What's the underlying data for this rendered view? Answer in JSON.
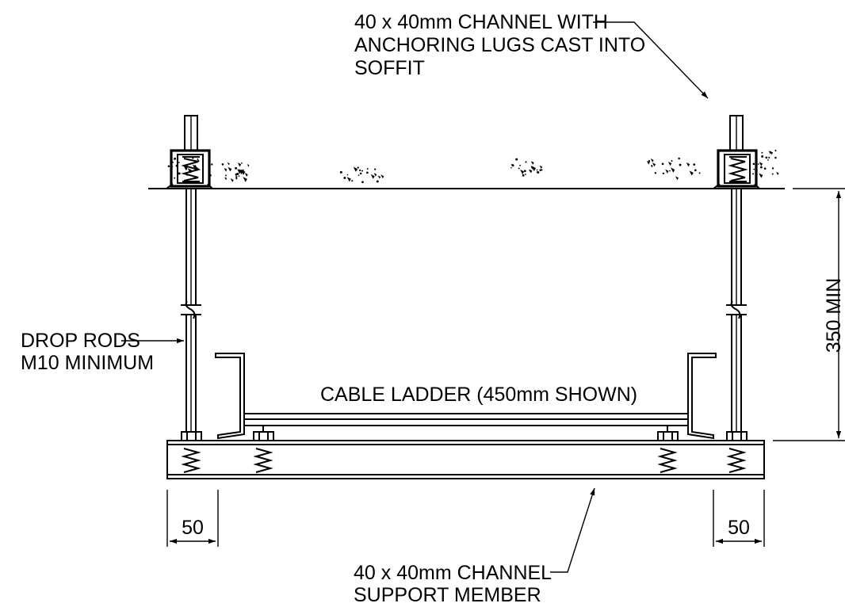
{
  "labels": {
    "top_channel_line1": "40 x 40mm CHANNEL WITH",
    "top_channel_line2": "ANCHORING LUGS CAST INTO",
    "top_channel_line3": "SOFFIT",
    "drop_rods_line1": "DROP RODS",
    "drop_rods_line2": "M10 MINIMUM",
    "cable_ladder": "CABLE LADDER (450mm SHOWN)",
    "dimension_height": "350 MIN",
    "dimension_left": "50",
    "dimension_right": "50",
    "support_line1": "40 x 40mm CHANNEL",
    "support_line2": "SUPPORT MEMBER"
  },
  "colors": {
    "line": "#000000",
    "background": "#ffffff"
  }
}
